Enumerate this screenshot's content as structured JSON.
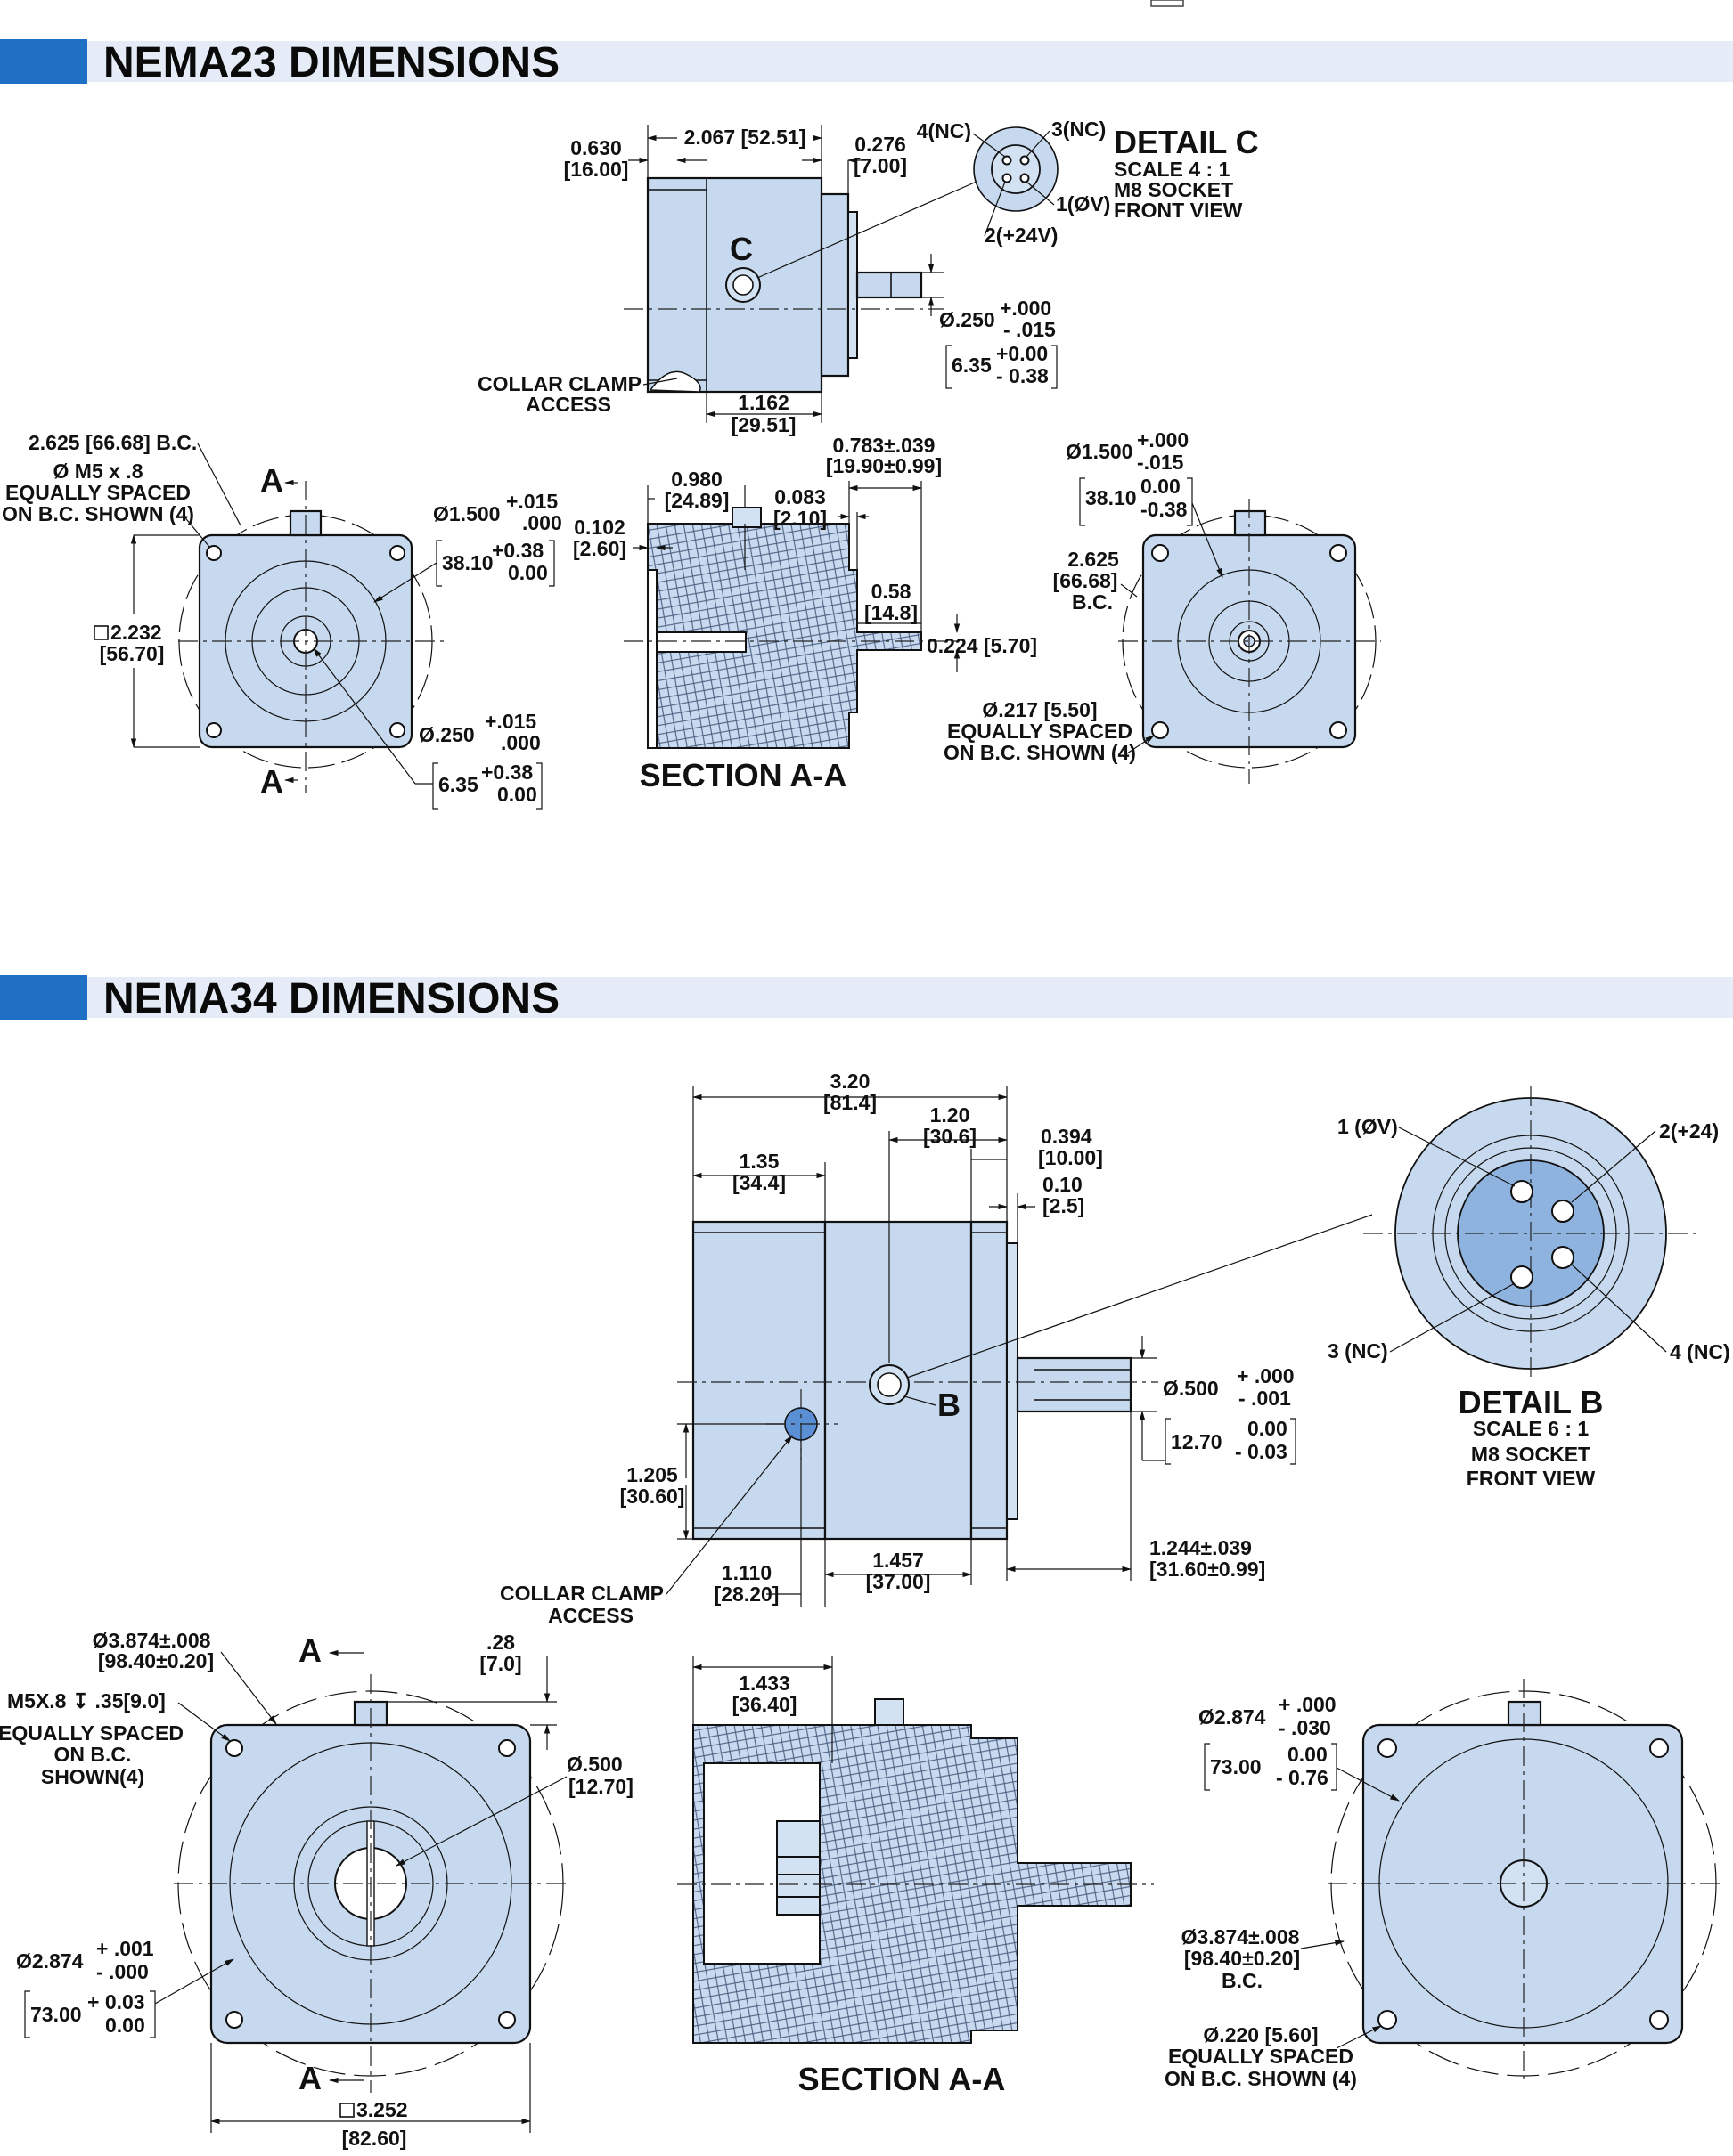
{
  "sections": [
    {
      "title": "NEMA23 DIMENSIONS",
      "accent_color": "#1f6fc4",
      "band_color": "#e6ecf7",
      "side_view": {
        "dims": [
          "0.630",
          "[16.00]",
          "2.067 [52.51]",
          "0.276",
          "[7.00]",
          "1.162",
          "[29.51]"
        ],
        "detail_callout": "C",
        "collar_clamp": [
          "COLLAR CLAMP",
          "ACCESS"
        ],
        "shaft_dia": {
          "nominal": "Ø.250",
          "tol_plus": "+.000",
          "tol_minus": "- .015",
          "metric": "6.35",
          "mtol_plus": "+0.00",
          "mtol_minus": "- 0.38"
        }
      },
      "detail": {
        "title": "DETAIL C",
        "lines": [
          "SCALE 4 : 1",
          "M8 SOCKET",
          "FRONT VIEW"
        ],
        "pins": [
          "4(NC)",
          "3(NC)",
          "1(ØV)",
          "2(+24V)"
        ]
      },
      "rear_view": {
        "bc": "2.625 [66.68] B.C.",
        "screw": [
          "Ø M5 x .8",
          "EQUALLY SPACED",
          "ON B.C. SHOWN (4)"
        ],
        "section_marks": [
          "A",
          "A"
        ],
        "square": [
          "2.232",
          "[56.70]"
        ],
        "pilot": {
          "nominal": "Ø1.500",
          "tol_plus": "+.015",
          "tol_minus": ".000",
          "metric": "38.10",
          "mtol_plus": "+0.38",
          "mtol_minus": "0.00"
        },
        "bore": {
          "nominal": "Ø.250",
          "tol_plus": "+.015",
          "tol_minus": ".000",
          "metric": "6.35",
          "mtol_plus": "+0.38",
          "mtol_minus": "0.00"
        }
      },
      "section_view": {
        "title": "SECTION A-A",
        "dims": [
          "0.783±.039",
          "[19.90±0.99]",
          "0.980",
          "[24.89]",
          "0.083",
          "[2.10]",
          "0.102",
          "[2.60]",
          "0.58",
          "[14.8]",
          "0.224 [5.70]"
        ]
      },
      "front_view": {
        "pilot": {
          "nominal": "Ø1.500",
          "tol_plus": "+.000",
          "tol_minus": "-.015",
          "metric": "38.10",
          "mtol_plus": "0.00",
          "mtol_minus": "-0.38"
        },
        "bc": [
          "2.625",
          "[66.68]",
          "B.C."
        ],
        "holes": [
          "Ø.217 [5.50]",
          "EQUALLY SPACED",
          "ON B.C. SHOWN (4)"
        ]
      }
    },
    {
      "title": "NEMA34 DIMENSIONS",
      "accent_color": "#1f6fc4",
      "band_color": "#e6ecf7",
      "side_view": {
        "dims": [
          "3.20",
          "[81.4]",
          "1.20",
          "[30.6]",
          "1.35",
          "[34.4]",
          "0.394",
          "[10.00]",
          "0.10",
          "[2.5]",
          "1.205",
          "[30.60]",
          "1.110",
          "[28.20]",
          "1.457",
          "[37.00]",
          "1.244±.039",
          "[31.60±0.99]"
        ],
        "detail_callout": "B",
        "collar_clamp": [
          "COLLAR CLAMP",
          "ACCESS"
        ],
        "shaft_dia": {
          "nominal": "Ø.500",
          "tol_plus": "+ .000",
          "tol_minus": "- .001",
          "metric": "12.70",
          "mtol_plus": "0.00",
          "mtol_minus": "- 0.03"
        }
      },
      "detail": {
        "title": "DETAIL B",
        "lines": [
          "SCALE 6 : 1",
          "M8 SOCKET",
          "FRONT VIEW"
        ],
        "pins": [
          "1 (ØV)",
          "2(+24)",
          "3 (NC)",
          "4 (NC)"
        ]
      },
      "rear_view": {
        "bc": [
          "Ø3.874±.008",
          "[98.40±0.20]"
        ],
        "screw": [
          "M5X.8  ↧ .35[9.0]",
          "EQUALLY SPACED",
          "ON B.C.",
          "SHOWN(4)"
        ],
        "offset": [
          ".28",
          "[7.0]"
        ],
        "section_marks": [
          "A",
          "A"
        ],
        "bore": [
          "Ø.500",
          "[12.70]"
        ],
        "pilot": {
          "nominal": "Ø2.874",
          "tol_plus": "+ .001",
          "tol_minus": "- .000",
          "metric": "73.00",
          "mtol_plus": "+ 0.03",
          "mtol_minus": "0.00"
        },
        "square": [
          "3.252",
          "[82.60]"
        ]
      },
      "section_view": {
        "title": "SECTION A-A",
        "dims": [
          "1.433",
          "[36.40]"
        ]
      },
      "front_view": {
        "pilot": {
          "nominal": "Ø2.874",
          "tol_plus": "+ .000",
          "tol_minus": "- .030",
          "metric": "73.00",
          "mtol_plus": "0.00",
          "mtol_minus": "- 0.76"
        },
        "bc": [
          "Ø3.874±.008",
          "[98.40±0.20]",
          "B.C."
        ],
        "holes": [
          "Ø.220 [5.60]",
          "EQUALLY SPACED",
          "ON B.C. SHOWN (4)"
        ]
      }
    }
  ]
}
